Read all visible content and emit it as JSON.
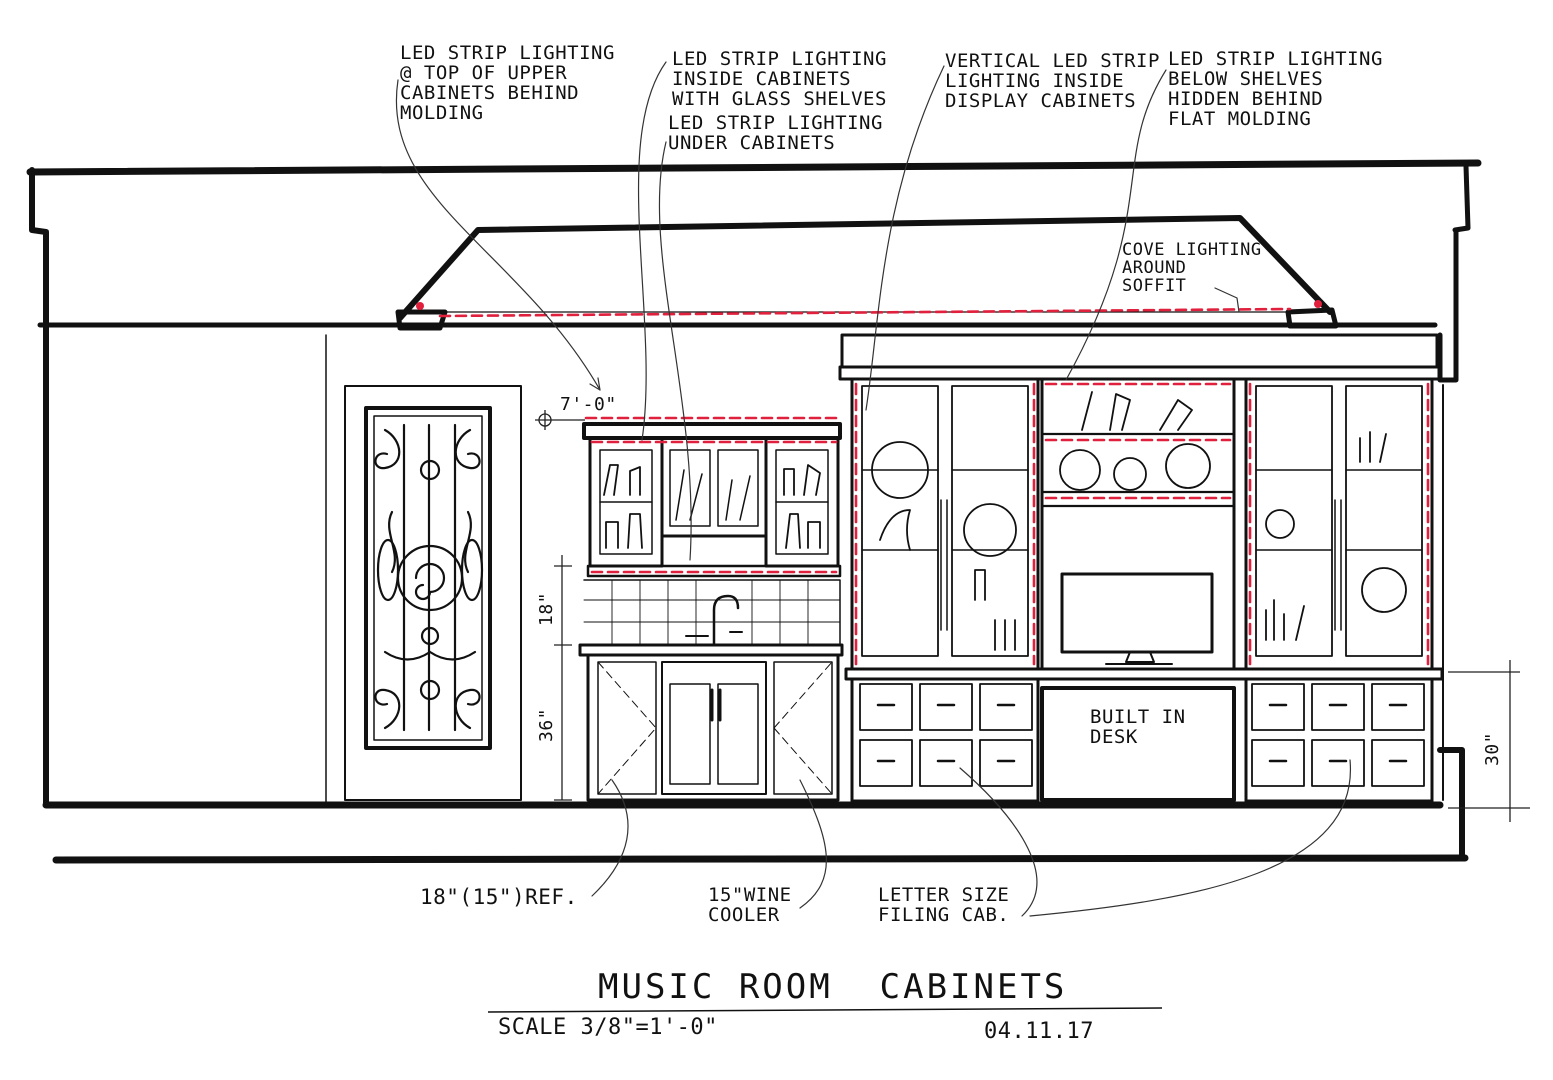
{
  "drawing": {
    "title": "MUSIC ROOM  CABINETS",
    "scale": "SCALE 3/8\"=1'-0\"",
    "date": "04.11.17",
    "ink_color": "#111111",
    "lighting_color": "#e0203c"
  },
  "notes": {
    "upper_molding": "LED STRIP LIGHTING\n@ TOP OF UPPER\nCABINETS BEHIND\nMOLDING",
    "glass_shelves": "LED STRIP LIGHTING\nINSIDE CABINETS\nWITH GLASS SHELVES",
    "under_cabinets": "LED STRIP LIGHTING\nUNDER CABINETS",
    "vertical_display": "VERTICAL LED STRIP\nLIGHTING INSIDE\nDISPLAY CABINETS",
    "below_shelves": "LED STRIP LIGHTING\nBELOW SHELVES\nHIDDEN BEHIND\nFLAT MOLDING",
    "cove": "COVE LIGHTING\nAROUND\nSOFFIT"
  },
  "dimensions": {
    "height_7_0": "7'-0\"",
    "backsplash": "18\"",
    "counter": "36\"",
    "desk": "30\""
  },
  "labels": {
    "built_in_desk": "BUILT IN\nDESK",
    "ref": "18\"(15\")REF.",
    "wine_cooler": "15\"WINE\nCOOLER",
    "filing": "LETTER SIZE\nFILING CAB."
  }
}
